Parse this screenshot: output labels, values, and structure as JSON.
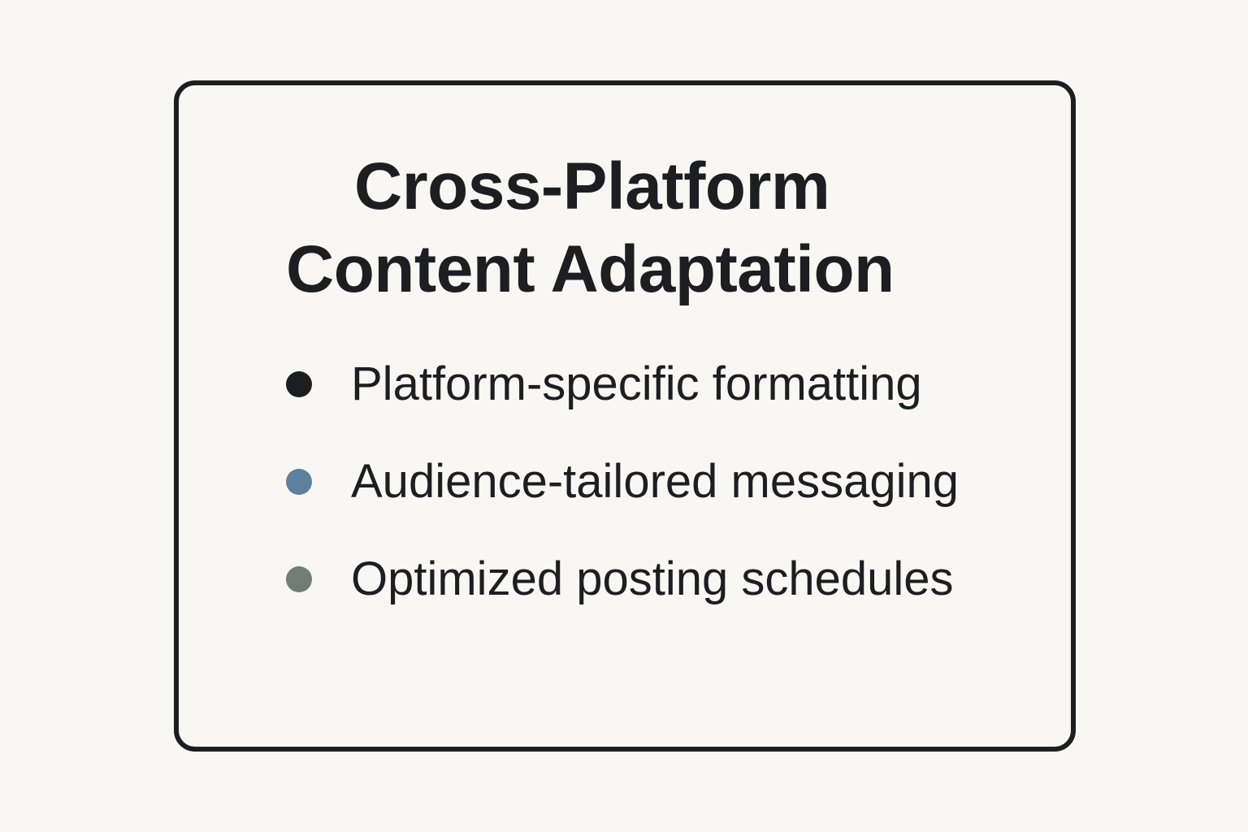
{
  "title": {
    "line1": "Cross-Platform",
    "line2": "Content Adaptation"
  },
  "bullets": [
    {
      "label": "Platform-specific formatting",
      "dot_color": "#1c1e21"
    },
    {
      "label": "Audience-tailored messaging",
      "dot_color": "#5f7f9e"
    },
    {
      "label": "Optimized posting schedules",
      "dot_color": "#6f7d75"
    }
  ],
  "colors": {
    "background": "#f9f7f3",
    "border": "#1c1e21",
    "text": "#1c1e21"
  }
}
